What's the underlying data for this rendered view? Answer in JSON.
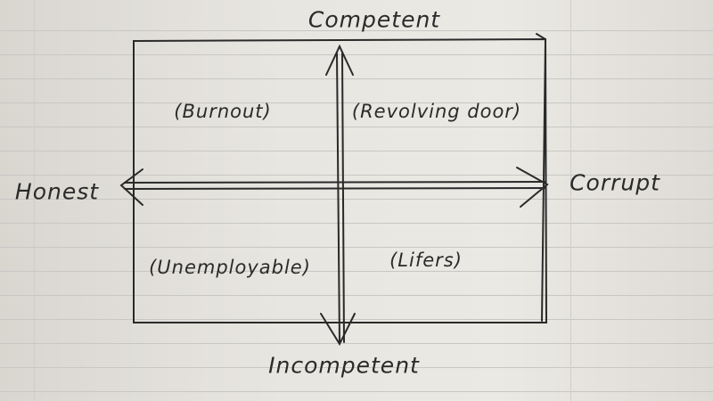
{
  "axes": {
    "top": "Competent",
    "bottom": "Incompetent",
    "left": "Honest",
    "right": "Corrupt"
  },
  "quadrants": {
    "top_left": "(Burnout)",
    "top_right": "(Revolving door)",
    "bottom_left": "(Unemployable)",
    "bottom_right": "(Lifers)"
  },
  "colors": {
    "ink": "#2a2a2a",
    "paper": "#e8e6e1",
    "rule": "#c9c7c4"
  }
}
